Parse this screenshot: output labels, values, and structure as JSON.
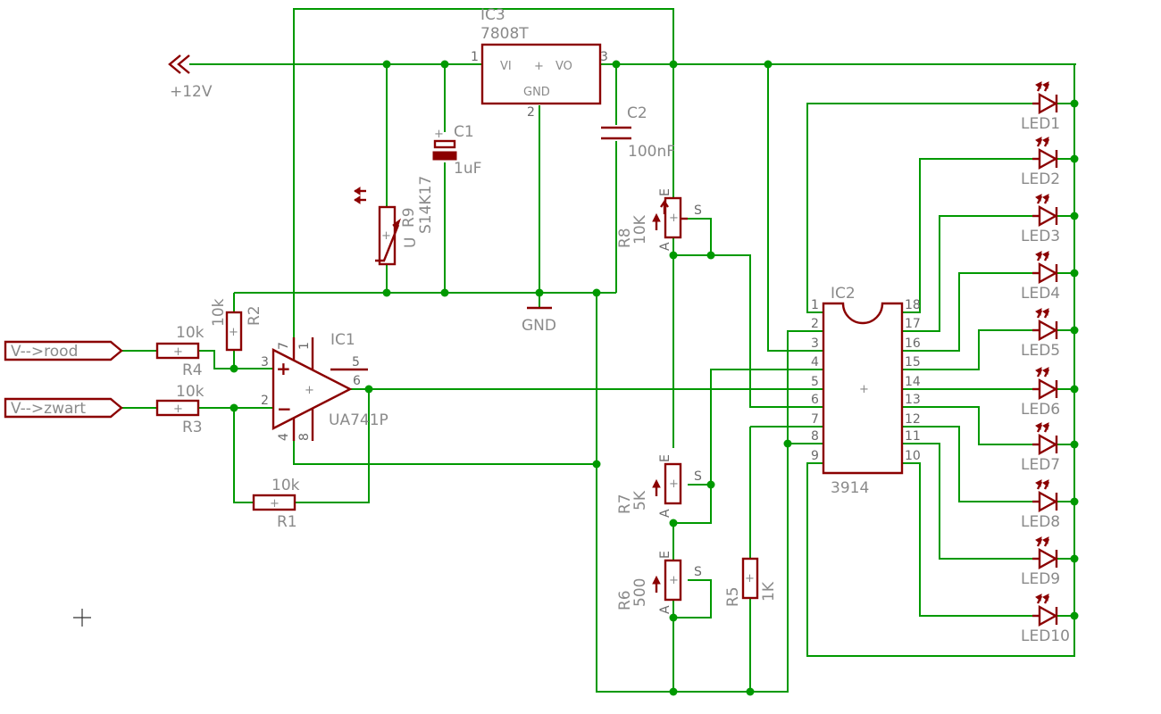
{
  "supply": {
    "label": "+12V"
  },
  "gnd": {
    "label": "GND"
  },
  "inputs": [
    {
      "label": "V-->rood"
    },
    {
      "label": "V-->zwart"
    }
  ],
  "ic3": {
    "name": "IC3",
    "value": "7808T",
    "vi": "VI",
    "vo": "VO",
    "plus": "+",
    "gnd": "GND",
    "pin_in": "1",
    "pin_out": "3",
    "pin_gnd": "2"
  },
  "c1": {
    "name": "C1",
    "value": "1uF"
  },
  "c2": {
    "name": "C2",
    "value": "100nF"
  },
  "r9": {
    "name": "R9",
    "value": "S14K17",
    "mark": "U"
  },
  "r1": {
    "name": "R1",
    "value": "10k"
  },
  "r2": {
    "name": "R2",
    "value": "10k"
  },
  "r3": {
    "name": "R3",
    "value": "10k"
  },
  "r4": {
    "name": "R4",
    "value": "10k"
  },
  "r5": {
    "name": "R5",
    "value": "1K"
  },
  "r6": {
    "name": "R6",
    "value": "500"
  },
  "r7": {
    "name": "R7",
    "value": "5K"
  },
  "r8": {
    "name": "R8",
    "value": "10K"
  },
  "pot_pins": {
    "a": "A",
    "e": "E",
    "s": "S"
  },
  "ic1": {
    "name": "IC1",
    "value": "UA741P",
    "pins": [
      "3",
      "2",
      "6",
      "7",
      "1",
      "5",
      "4",
      "8"
    ],
    "plus": "+",
    "minus": "−",
    "center": "+"
  },
  "ic2": {
    "name": "IC2",
    "value": "3914",
    "center": "+",
    "left_pins": [
      "1",
      "2",
      "3",
      "4",
      "5",
      "6",
      "7",
      "8",
      "9"
    ],
    "right_pins": [
      "18",
      "17",
      "16",
      "15",
      "14",
      "13",
      "12",
      "11",
      "10"
    ]
  },
  "leds": [
    "LED1",
    "LED2",
    "LED3",
    "LED4",
    "LED5",
    "LED6",
    "LED7",
    "LED8",
    "LED9",
    "LED10"
  ]
}
